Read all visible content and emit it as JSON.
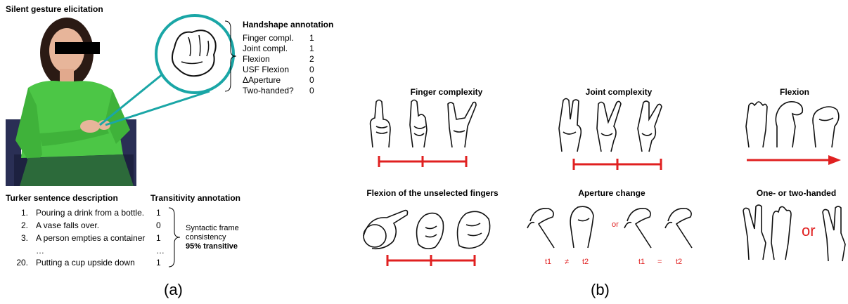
{
  "panel_a": {
    "title": "Silent gesture elicitation",
    "handshape": {
      "title": "Handshape annotation",
      "rows": [
        {
          "label": "Finger compl.",
          "value": "1"
        },
        {
          "label": "Joint compl.",
          "value": "1"
        },
        {
          "label": "Flexion",
          "value": "2"
        },
        {
          "label": "USF Flexion",
          "value": "0"
        },
        {
          "label": "ΔAperture",
          "value": "0"
        },
        {
          "label": "Two-handed?",
          "value": "0"
        }
      ]
    },
    "turker_title": "Turker sentence description",
    "transitivity_title": "Transitivity annotation",
    "sentences": [
      {
        "num": "1.",
        "text": "Pouring a drink from a bottle.",
        "value": "1"
      },
      {
        "num": "2.",
        "text": "A vase falls over.",
        "value": "0"
      },
      {
        "num": "3.",
        "text": "A person empties a container",
        "value": "1"
      },
      {
        "num": "",
        "text": "…",
        "value": "…"
      },
      {
        "num": "20.",
        "text": "Putting a cup upside down",
        "value": "1"
      }
    ],
    "consistency": {
      "line1": "Syntactic frame",
      "line2": "consistency",
      "line3": "95% transitive"
    },
    "label": "(a)"
  },
  "panel_b": {
    "titles": {
      "finger": "Finger complexity",
      "joint": "Joint complexity",
      "flexion": "Flexion",
      "usf": "Flexion of the unselected fingers",
      "aperture": "Aperture change",
      "hands": "One- or two-handed"
    },
    "aperture_labels": {
      "or": "or",
      "t1a": "t1",
      "neq": "≠",
      "t2a": "t2",
      "t1b": "t1",
      "eq": "=",
      "t2b": "t2"
    },
    "hands_or": "or",
    "label": "(b)"
  },
  "colors": {
    "accent_red": "#e02020",
    "teal": "#1aa6a6",
    "shirt_green": "#4cc646"
  }
}
